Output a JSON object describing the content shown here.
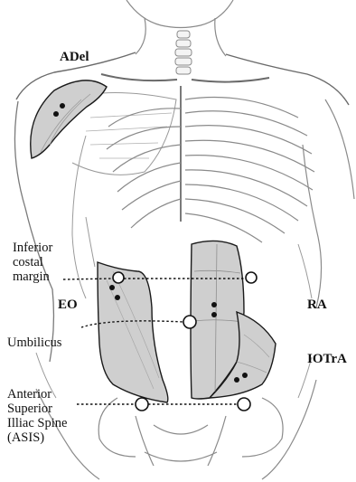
{
  "labels": {
    "adel": "ADel",
    "eo": "EO",
    "ra": "RA",
    "iotra": "IOTrA",
    "inferior_costal_margin": [
      "Inferior",
      "costal",
      "margin"
    ],
    "umbilicus": "Umbilicus",
    "asis": [
      "Anterior",
      "Superior",
      "Illiac Spine",
      "(ASIS)"
    ]
  },
  "colors": {
    "muscle_fill": "#cfcfcf",
    "outline": "#1a1a1a",
    "sketch": "#8a8a8a",
    "background": "#ffffff"
  }
}
